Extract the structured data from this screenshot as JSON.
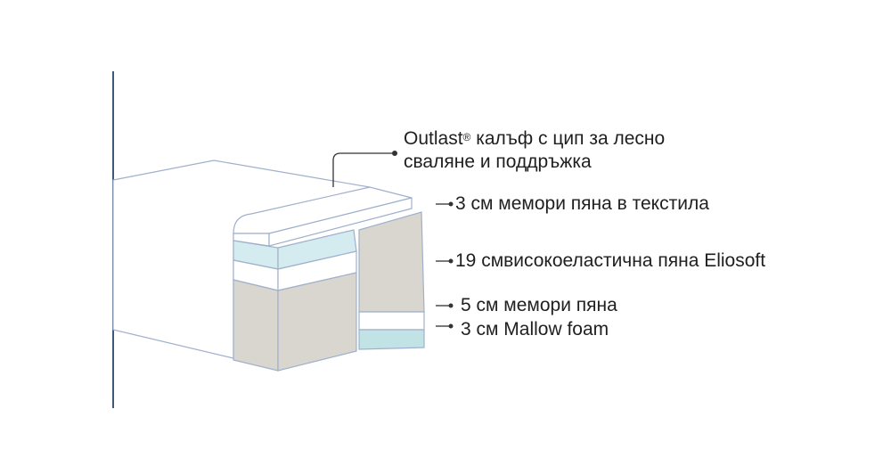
{
  "diagram": {
    "cover_label": {
      "line1_start": "Outlast",
      "mark": "®",
      "line1_end": " калъф с цип за лесно",
      "line2": "сваляне и поддръжка"
    },
    "layers": [
      {
        "text": "3 см мемори пяна в текстила"
      },
      {
        "text": "19 смвисокоеластична пяна Eliosoft"
      },
      {
        "text": "5 см мемори пяна"
      },
      {
        "text": "3 см Mallow foam"
      }
    ],
    "colors": {
      "outline": "#9fb0cc",
      "cover": "#ffffff",
      "memory_foam_top": "#d4ecef",
      "memory_foam": "#ffffff",
      "eliosoft": "#d8d6cf",
      "mallow": "#c2e3e6",
      "axis": "#3d5a7a",
      "leader": "#333333"
    }
  }
}
